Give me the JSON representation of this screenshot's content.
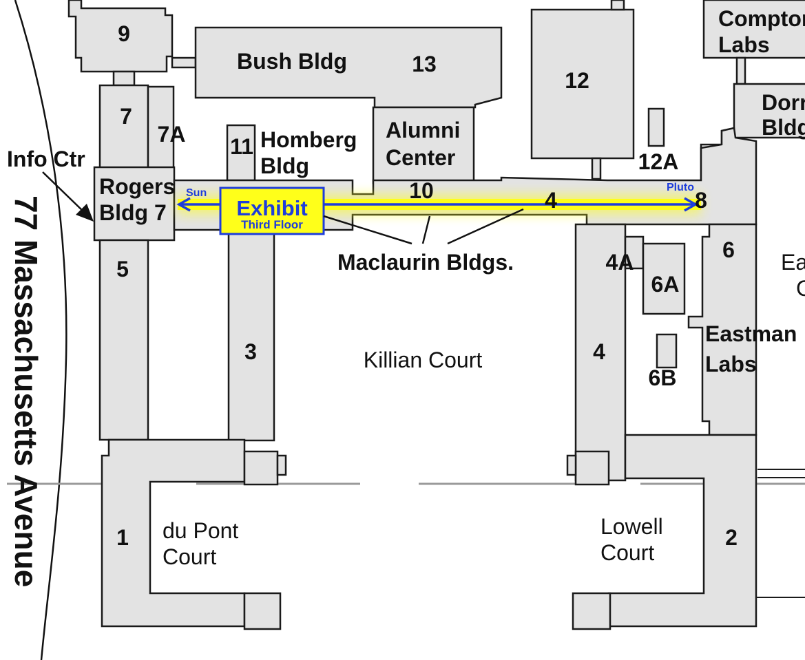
{
  "street": "77 Massachusetts Avenue",
  "info_center": "Info Ctr",
  "exhibit": {
    "title": "Exhibit",
    "subtitle": "Third Floor"
  },
  "route": {
    "start": "Sun",
    "end": "Pluto"
  },
  "maclaurin": "Maclaurin Bldgs.",
  "courts": {
    "killian": "Killian Court",
    "dupont_1": "du Pont",
    "dupont_2": "Court",
    "lowell_1": "Lowell",
    "lowell_2": "Court"
  },
  "buildings": {
    "b9": "9",
    "b13": "13",
    "bush": "Bush Bldg",
    "b12": "12",
    "compton_1": "Compton",
    "compton_2": "Labs",
    "dorr_1": "Dorr",
    "dorr_2": "Bldg",
    "b7": "7",
    "b7a": "7A",
    "b11": "11",
    "homberg_1": "Homberg",
    "homberg_2": "Bldg",
    "alumni_1": "Alumni",
    "alumni_2": "Center",
    "b12a": "12A",
    "rogers_1": "Rogers",
    "rogers_2": "Bldg 7",
    "b10": "10",
    "b4_top": "4",
    "b8": "8",
    "b6": "6",
    "b4a": "4A",
    "b6a": "6A",
    "ea_1": "Ea",
    "ea_2": "C",
    "b5": "5",
    "b3": "3",
    "b4": "4",
    "eastman_1": "Eastman",
    "eastman_2": "Labs",
    "b6b": "6B",
    "b1": "1",
    "b2": "2"
  },
  "colors": {
    "building_fill": "#e3e3e3",
    "exhibit_fill": "#ffff1a",
    "route_highlight": "#ffff1a",
    "route_line": "#1e3ddb"
  }
}
